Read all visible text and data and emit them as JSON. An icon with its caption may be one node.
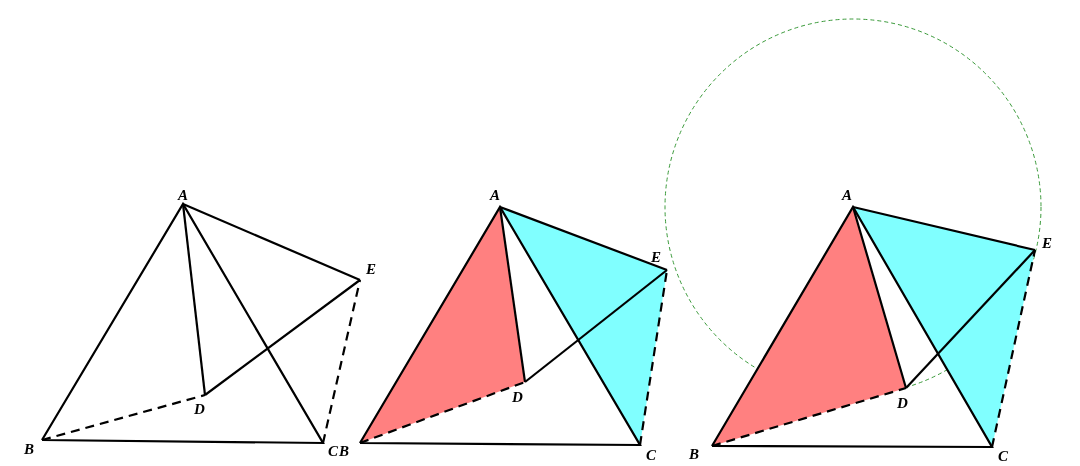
{
  "diagram": {
    "labels": [
      "A",
      "E",
      "D",
      "B",
      "C",
      "A",
      "E",
      "D",
      "B",
      "C",
      "A",
      "E",
      "D",
      "B",
      "C"
    ]
  }
}
